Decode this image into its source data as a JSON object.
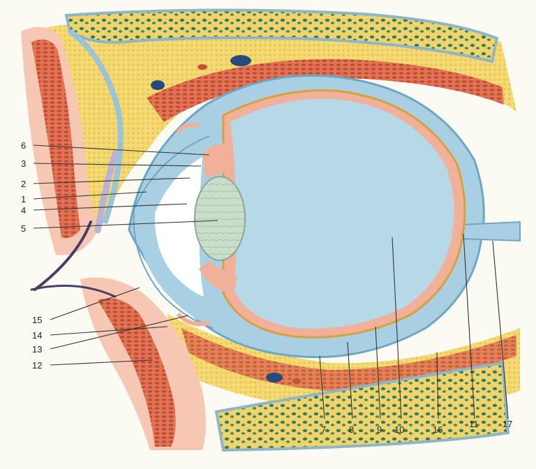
{
  "labels": [
    {
      "id": "6",
      "text": "6"
    },
    {
      "id": "3",
      "text": "3"
    },
    {
      "id": "2",
      "text": "2"
    },
    {
      "id": "1",
      "text": "1"
    },
    {
      "id": "4",
      "text": "4"
    },
    {
      "id": "5",
      "text": "5"
    },
    {
      "id": "15",
      "text": "15"
    },
    {
      "id": "14",
      "text": "14"
    },
    {
      "id": "13",
      "text": "13"
    },
    {
      "id": "12",
      "text": "12"
    },
    {
      "id": "7",
      "text": "7"
    },
    {
      "id": "8",
      "text": "8"
    },
    {
      "id": "9",
      "text": "9"
    },
    {
      "id": "10",
      "text": "10"
    },
    {
      "id": "16",
      "text": "16"
    },
    {
      "id": "11",
      "text": "11"
    },
    {
      "id": "17",
      "text": "17"
    }
  ],
  "colors": {
    "background": "#fbfaf3",
    "fat": "#f2d56a",
    "muscle": "#e07a5a",
    "muscle_dark": "#c9503a",
    "sclera": "#a9cfe3",
    "vitreous": "#b7d8e6",
    "conjunctiva": "#f2b3a0",
    "skin": "#f6c7b3",
    "bone_green": "#2f7d5e",
    "lens": "#c7dcc8"
  }
}
